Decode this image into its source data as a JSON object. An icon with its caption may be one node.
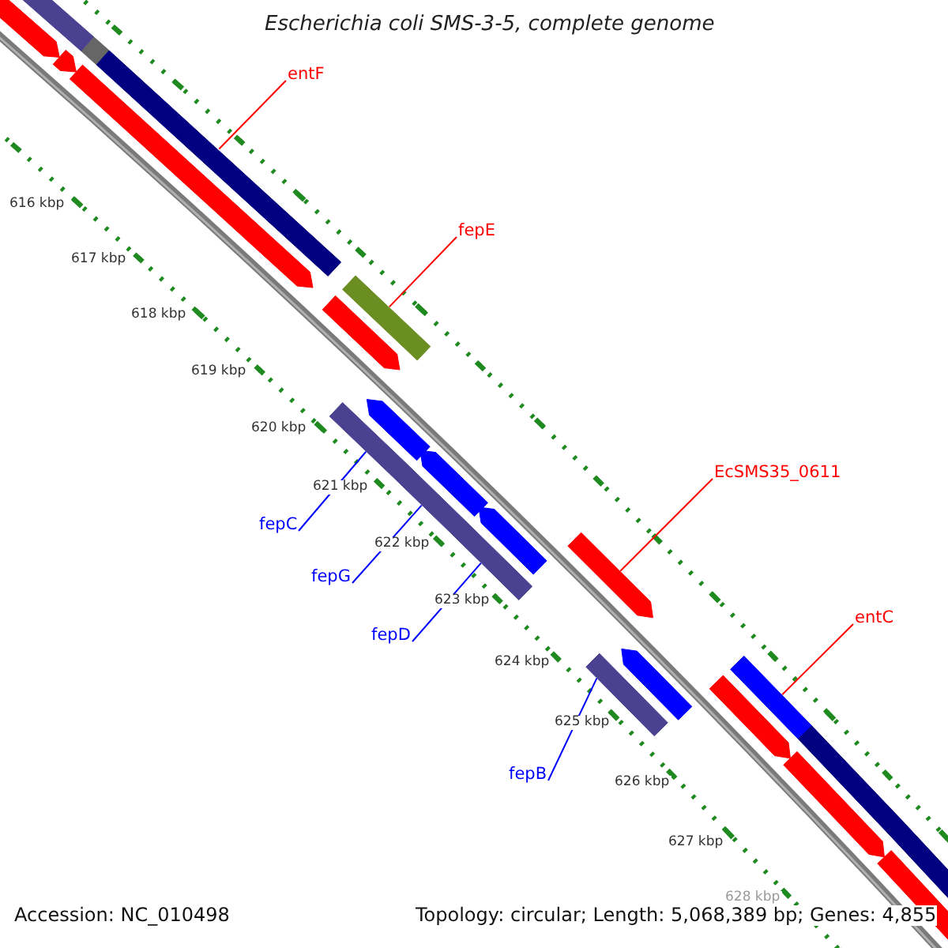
{
  "diagram": {
    "title": "Escherichia coli SMS-3-5, complete genome",
    "nodes": [
      {
        "text": [
          "entF"
        ]
      },
      {
        "text": [
          "fepE"
        ]
      },
      {
        "text": [
          "EcSMS35_0611"
        ]
      },
      {
        "text": [
          "entC"
        ]
      },
      {
        "text": [
          "fepC"
        ]
      },
      {
        "text": [
          "fepG"
        ]
      },
      {
        "text": [
          "fepD"
        ]
      },
      {
        "text": [
          "fepB"
        ]
      },
      {
        "text": [],
        "shape": "bar"
      },
      {
        "text": [],
        "shape": "bar"
      },
      {
        "text": [],
        "shape": "pentagon"
      },
      {
        "text": [],
        "shape": "bar"
      },
      {
        "text": [],
        "shape": "bar"
      },
      {
        "text": [],
        "shape": "bar"
      },
      {
        "text": [],
        "shape": "bar"
      },
      {
        "text": [],
        "shape": "bar"
      }
    ],
    "edges": [
      {
        "from": 0,
        "to": 8,
        "arrow": "none"
      },
      {
        "from": 1,
        "to": 9,
        "arrow": "none"
      },
      {
        "from": 2,
        "to": 10,
        "arrow": "none"
      },
      {
        "from": 3,
        "to": 11,
        "arrow": "none"
      },
      {
        "from": 4,
        "to": 12,
        "arrow": "none",
        "color": "#0000ff"
      },
      {
        "from": 5,
        "to": 13,
        "arrow": "none",
        "color": "#0000ff"
      },
      {
        "from": 6,
        "to": 14,
        "arrow": "none",
        "color": "#0000ff"
      },
      {
        "from": 7,
        "to": 15,
        "arrow": "none",
        "color": "#0000ff"
      }
    ],
    "labels": [
      "616 kbp",
      "617 kbp",
      "618 kbp",
      "619 kbp",
      "620 kbp",
      "621 kbp",
      "622 kbp",
      "623 kbp",
      "624 kbp",
      "625 kbp",
      "626 kbp",
      "627 kbp",
      "628 kbp",
      "Accession: NC_010498",
      "Topology: circular; Length: 5,068,389 bp; Genes: 4,855"
    ]
  }
}
